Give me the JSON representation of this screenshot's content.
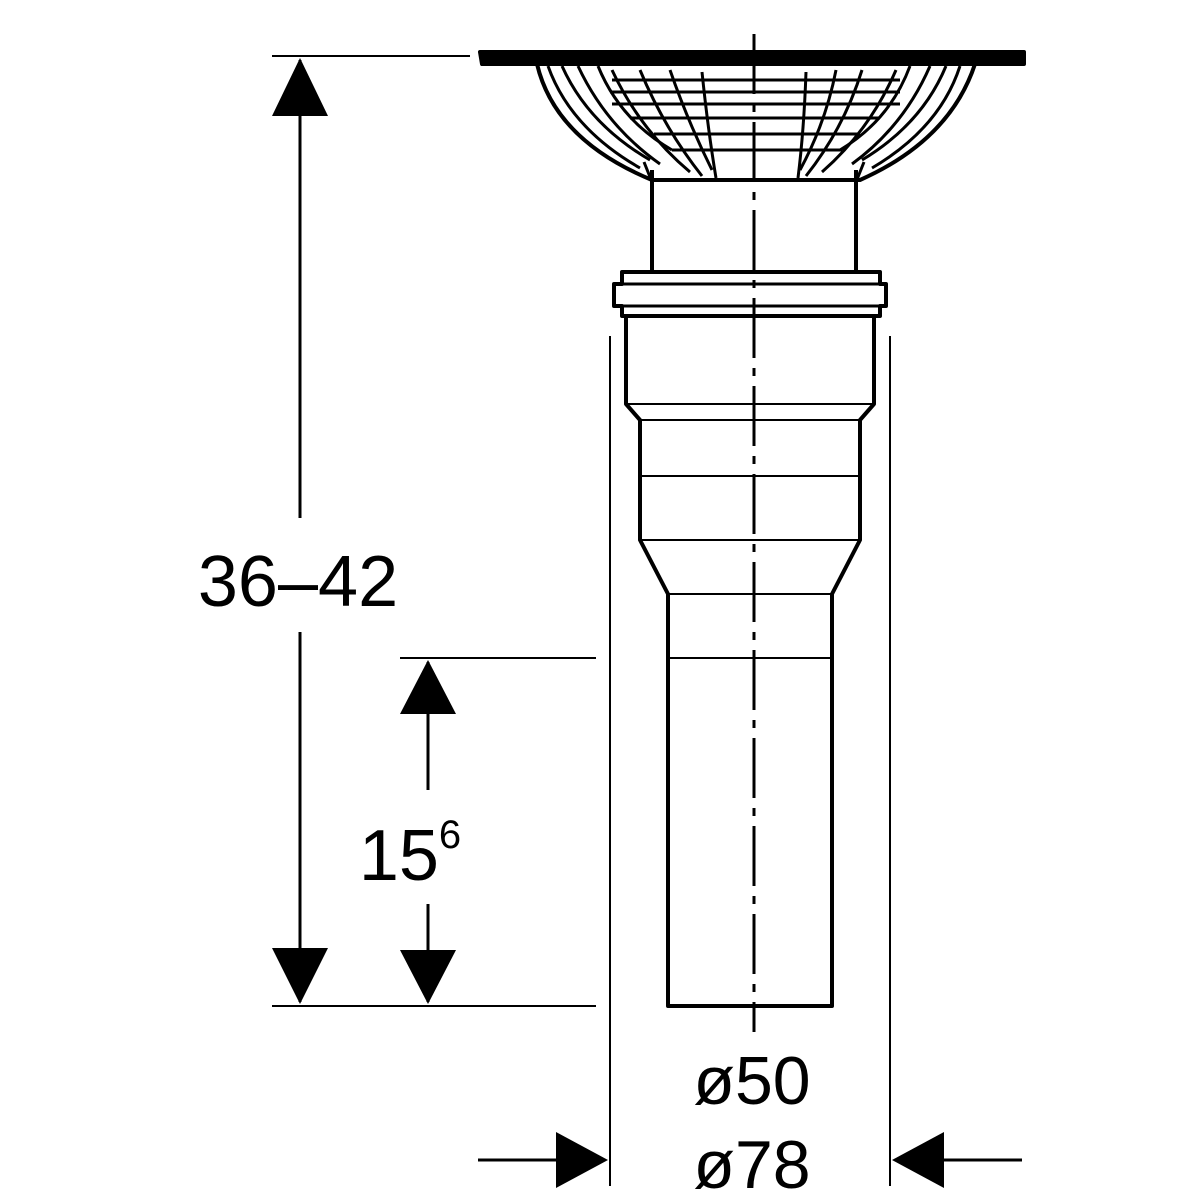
{
  "dimensions": {
    "total_height": {
      "label": "36–42"
    },
    "outlet_height": {
      "base": "15",
      "superscript": "6"
    },
    "inner_diameter": {
      "label": "ø50"
    },
    "outer_diameter": {
      "label": "ø78"
    }
  },
  "colors": {
    "line": "#000000",
    "background": "#ffffff"
  }
}
